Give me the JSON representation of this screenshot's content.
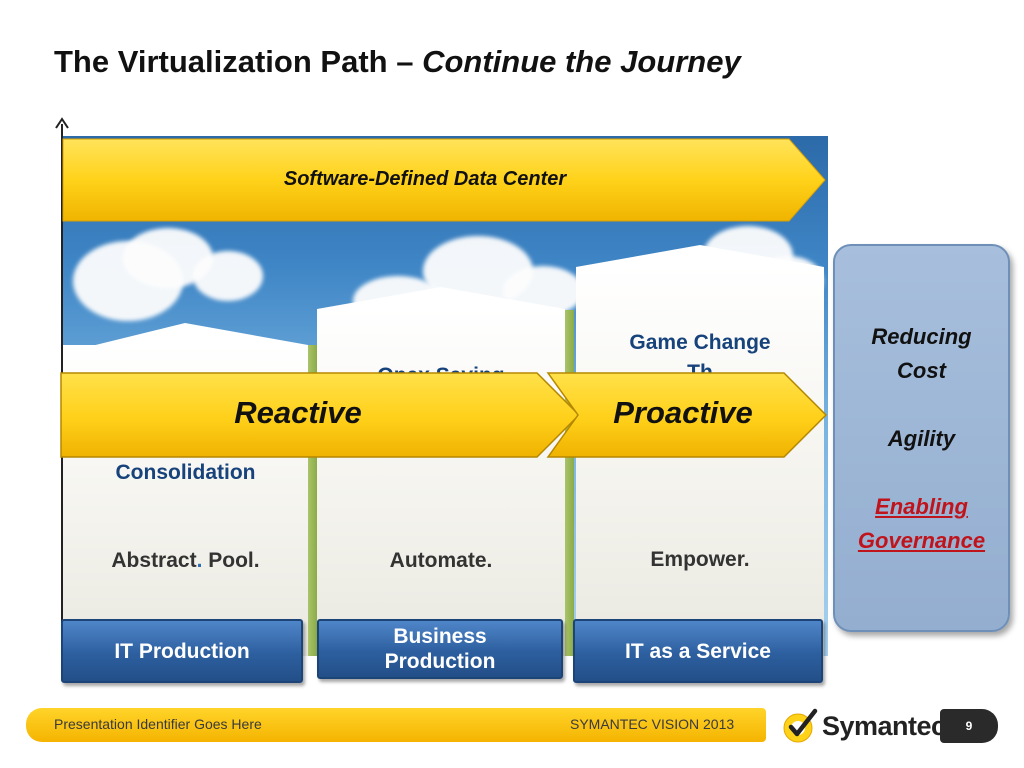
{
  "title": {
    "main": "The Virtualization Path – ",
    "italic": "Continue the Journey"
  },
  "banner": {
    "label": "Software-Defined Data Center"
  },
  "columns": [
    {
      "heading": "Consolidation",
      "action_prefix": "Abstract",
      "action_dot": ".",
      "action_suffix": " Pool.",
      "badge": "IT Production"
    },
    {
      "heading": "Opex Saving",
      "action": "Automate.",
      "badge": "Business Production"
    },
    {
      "heading": "Game Change",
      "heading_line2": "Th",
      "action": "Empower.",
      "badge": "IT as a Service"
    }
  ],
  "arrows": {
    "reactive": "Reactive",
    "proactive": "Proactive"
  },
  "panel": {
    "line1": "Reducing Cost",
    "line2": "Agility",
    "line3": "Enabling Governance"
  },
  "footer": {
    "identifier": "Presentation Identifier Goes Here",
    "event": "SYMANTEC VISION 2013",
    "brand": "Symantec",
    "brand_tm": "™",
    "page": "9"
  },
  "colors": {
    "accent_yellow": "#ffcc1a",
    "badge_blue": "#2d5f9f",
    "heading_blue": "#17437c",
    "governance_red": "#c0141c"
  }
}
